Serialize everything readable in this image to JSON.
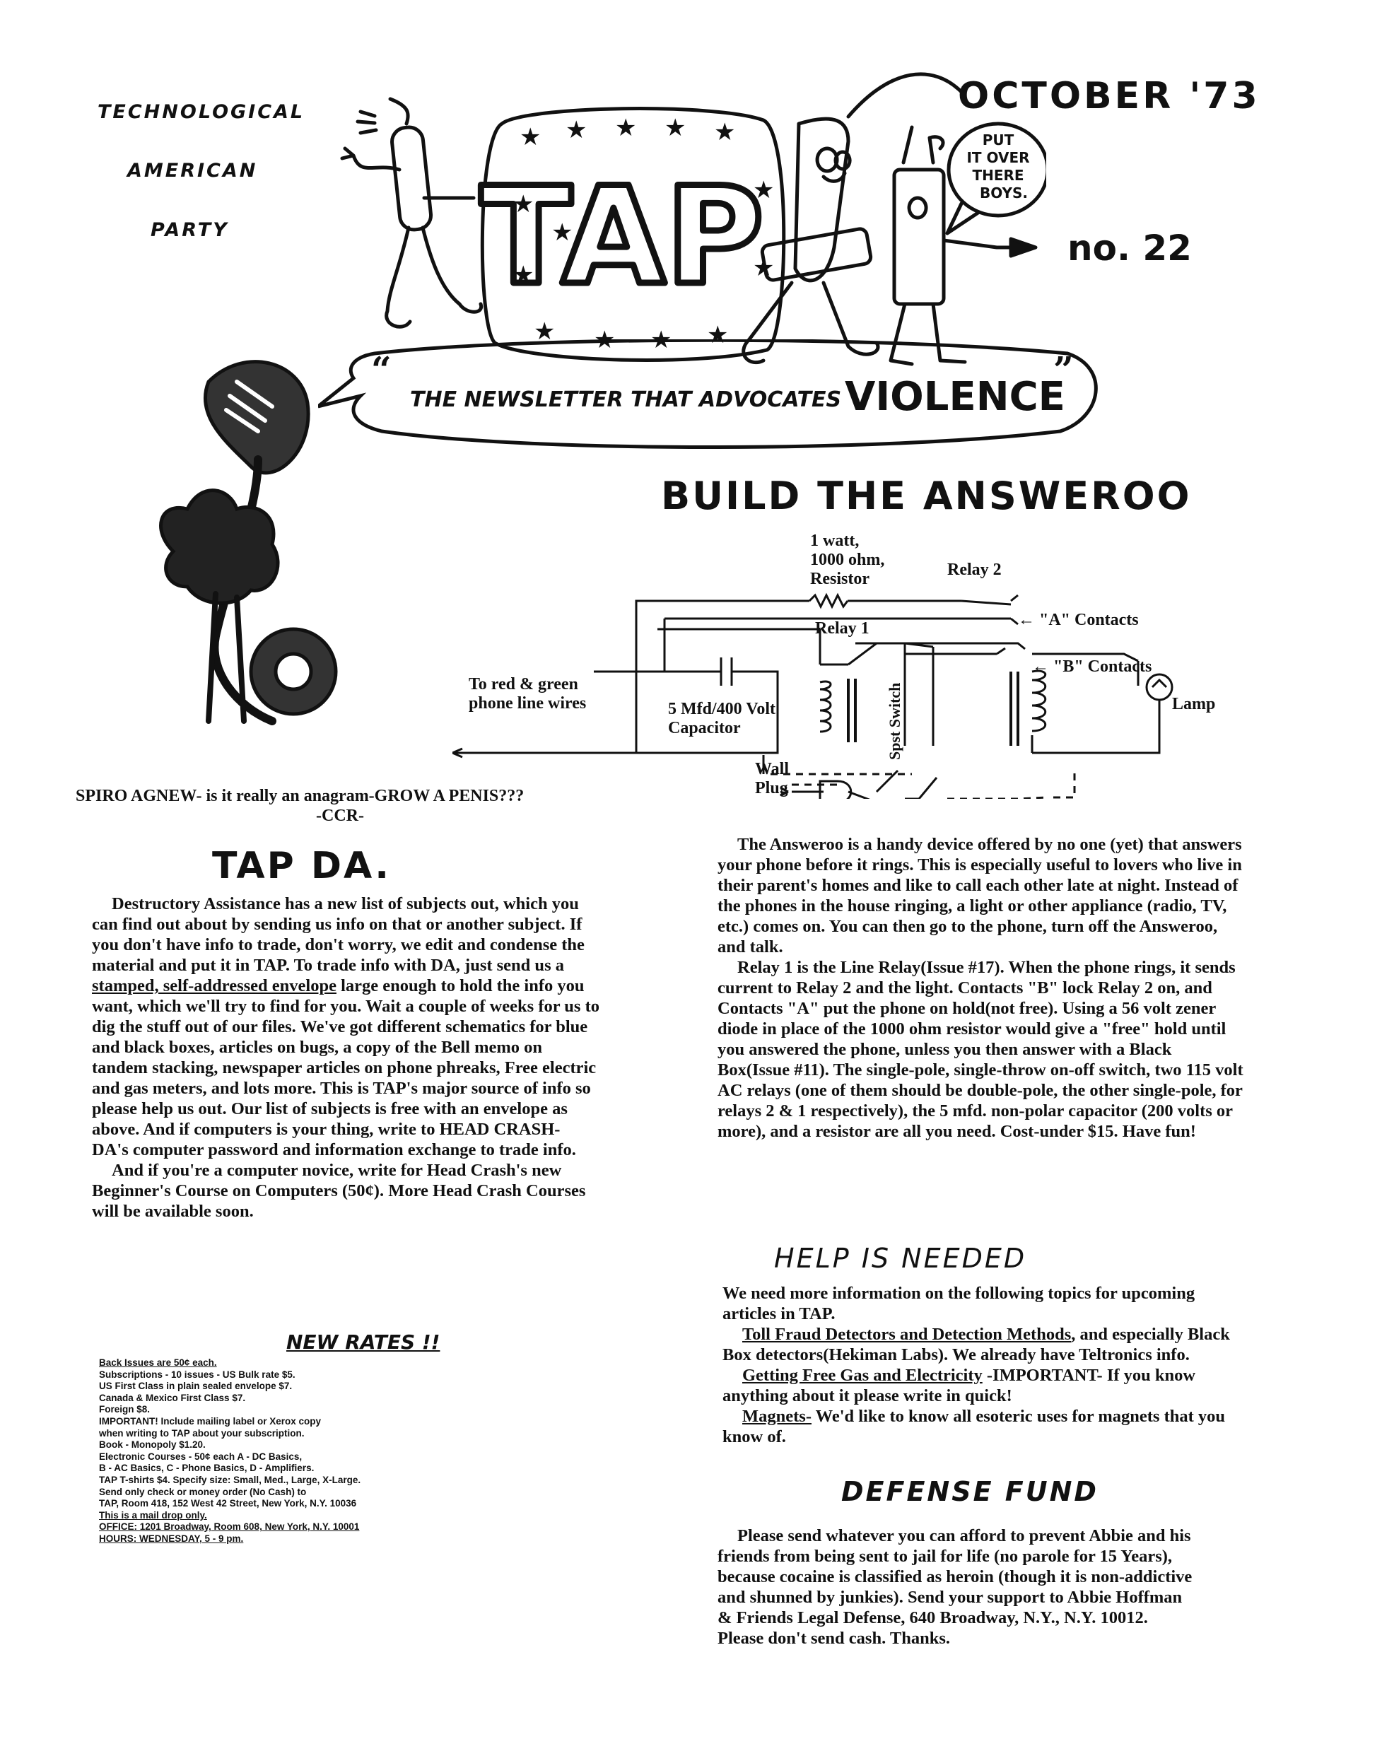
{
  "masthead": {
    "party": [
      "TECHNOLOGICAL",
      "AMERICAN",
      "PARTY"
    ],
    "date": "OCTOBER '73",
    "issue": "no. 22",
    "logo": "TAP",
    "speech_bubble": [
      "PUT",
      "IT OVER",
      "THERE",
      "BOYS."
    ],
    "tagline": "THE NEWSLETTER THAT ADVOCATES",
    "tagline_emph": "VIOLENCE"
  },
  "answeroo": {
    "headline": "BUILD THE ANSWEROO",
    "diagram": {
      "resistor": [
        "1 watt,",
        "1000 ohm,",
        "Resistor"
      ],
      "relay2": "Relay 2",
      "relay1": "Relay 1",
      "contacts_a": "\"A\" Contacts",
      "contacts_b": "\"B\" Contacts",
      "phone_line": [
        "To red & green",
        "phone line wires"
      ],
      "capacitor": [
        "5 Mfd/400 Volt",
        "Capacitor"
      ],
      "switch": [
        "Spst",
        "Switch"
      ],
      "lamp": "Lamp",
      "wall_plug": [
        "Wall",
        "Plug"
      ]
    },
    "body": [
      "The Answeroo is a handy device offered by no one (yet) that answers your phone before it rings. This is especially useful to lovers who live in their parent's homes and like to call each other late at night. Instead of the phones in the house ringing, a light or other appliance (radio, TV, etc.) comes on. You can then go to the phone, turn off the Answeroo, and talk.",
      "Relay 1 is the Line Relay(Issue #17). When the phone rings, it sends current to Relay 2 and the light. Contacts \"B\" lock Relay 2 on, and Contacts \"A\" put the phone on hold(not free). Using a 56 volt zener diode in place of the 1000 ohm resistor would give a \"free\" hold until you answered the phone, unless you then answer with a Black Box(Issue #11). The single-pole, single-throw on-off switch, two 115 volt AC relays (one of them should be double-pole, the other single-pole, for relays 2 & 1 respectively), the 5 mfd. non-polar capacitor (200 volts or more), and a resistor are all you need. Cost-under $15. Have fun!"
    ]
  },
  "anagram": {
    "line": "SPIRO AGNEW- is it really an anagram-GROW A PENIS???",
    "credit": "-CCR-"
  },
  "tap_da": {
    "headline": "TAP DA.",
    "p1_before": "Destructory Assistance has a new list of subjects out, which you can find out about by sending us info on that or another subject. If you don't have info to trade, don't worry, we edit and condense the material and put it in TAP. To trade info with DA, just send us a ",
    "p1_underlined": "stamped, self-addressed envelope",
    "p1_after": " large enough to hold the info you want, which we'll try to find for you. Wait a couple of weeks for us to dig the stuff out of our files. We've got different schematics for blue and black boxes, articles on bugs, a copy of the Bell memo on tandem stacking, newspaper articles on phone phreaks, Free electric and gas meters, and lots more. This is TAP's major source of info so please help us out. Our list of subjects is free with an envelope as above. And if computers is your thing, write to HEAD CRASH- DA's computer password and information exchange to trade info.",
    "p2": "And if you're a computer novice, write for Head Crash's new Beginner's Course on Computers (50¢). More Head Crash Courses will be available soon."
  },
  "new_rates": {
    "headline": "NEW RATES !!",
    "lines": [
      "Back Issues are 50¢ each.",
      "Subscriptions - 10 issues - US Bulk rate $5.",
      "US First Class in plain sealed envelope $7.",
      "Canada & Mexico First Class $7.",
      "Foreign $8.",
      "IMPORTANT! Include mailing label or Xerox copy",
      "when writing to TAP about your subscription.",
      "Book - Monopoly $1.20.",
      "Electronic Courses - 50¢ each A - DC Basics,",
      "B - AC Basics, C - Phone Basics, D - Amplifiers.",
      "TAP T-shirts $4. Specify size: Small, Med., Large, X-Large.",
      "Send only check or money order (No Cash) to",
      "TAP, Room 418, 152 West 42 Street, New York, N.Y. 10036",
      "This is a mail drop only.",
      "OFFICE: 1201 Broadway, Room 608, New York, N.Y. 10001",
      "HOURS: WEDNESDAY, 5 - 9 pm."
    ]
  },
  "help": {
    "headline": "HELP IS NEEDED",
    "intro": "We need more information on the following topics for upcoming articles in TAP.",
    "item1_title": "Toll Fraud Detectors and Detection Methods",
    "item1_text": ", and especially Black Box detectors(Hekiman Labs). We already have Teltronics info.",
    "item2_title": "Getting Free Gas and Electricity",
    "item2_text": " -IMPORTANT- If you know anything about it please write in quick!",
    "item3_title": "Magnets-",
    "item3_text": " We'd like to know all esoteric uses for magnets that you know of."
  },
  "defense": {
    "headline": "DEFENSE FUND",
    "body": "Please send whatever you can afford to prevent Abbie and his friends from being sent to jail for life (no parole for 15 Years), because cocaine is classified as heroin (though it is non-addictive and shunned by junkies). Send your support to Abbie Hoffman & Friends Legal Defense, 640 Broadway, N.Y., N.Y. 10012. Please don't send cash. Thanks."
  }
}
